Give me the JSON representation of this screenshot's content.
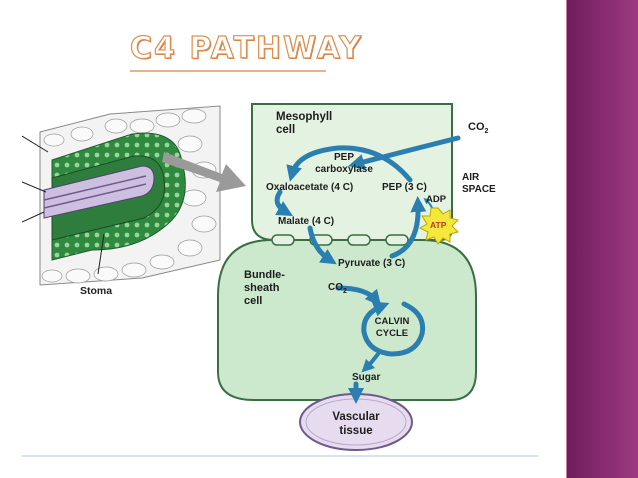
{
  "slide": {
    "title": "C4 PATHWAY",
    "colors": {
      "title_outline": "#e08f4e",
      "side_panel": "#7d2567",
      "cell_fill": "#e3f2e1",
      "bundle_sheath_fill": "#cde9cd",
      "vascular_fill": "#e7dcef",
      "arrow": "#2b7fb0",
      "atp_burst": "#f4e93a"
    }
  },
  "diagram": {
    "leaf_inset": {
      "stoma_label": "Stoma"
    },
    "mesophyll_label_1": "Mesophyll",
    "mesophyll_label_2": "cell",
    "co2_in": "CO",
    "co2_in_sub": "2",
    "air_space_1": "AIR",
    "air_space_2": "SPACE",
    "pep_carboxylase_1": "PEP",
    "pep_carboxylase_2": "carboxylase",
    "oxaloacetate": "Oxaloacetate (4 C)",
    "pep_3c": "PEP (3 C)",
    "adp": "ADP",
    "atp": "ATP",
    "malate": "Malate (4 C)",
    "pyruvate": "Pyruvate (3 C)",
    "bundle_sheath_1": "Bundle-",
    "bundle_sheath_2": "sheath",
    "bundle_sheath_3": "cell",
    "co2_bs": "CO",
    "co2_bs_sub": "2",
    "calvin_1": "CALVIN",
    "calvin_2": "CYCLE",
    "sugar": "Sugar",
    "vascular_1": "Vascular",
    "vascular_2": "tissue"
  }
}
